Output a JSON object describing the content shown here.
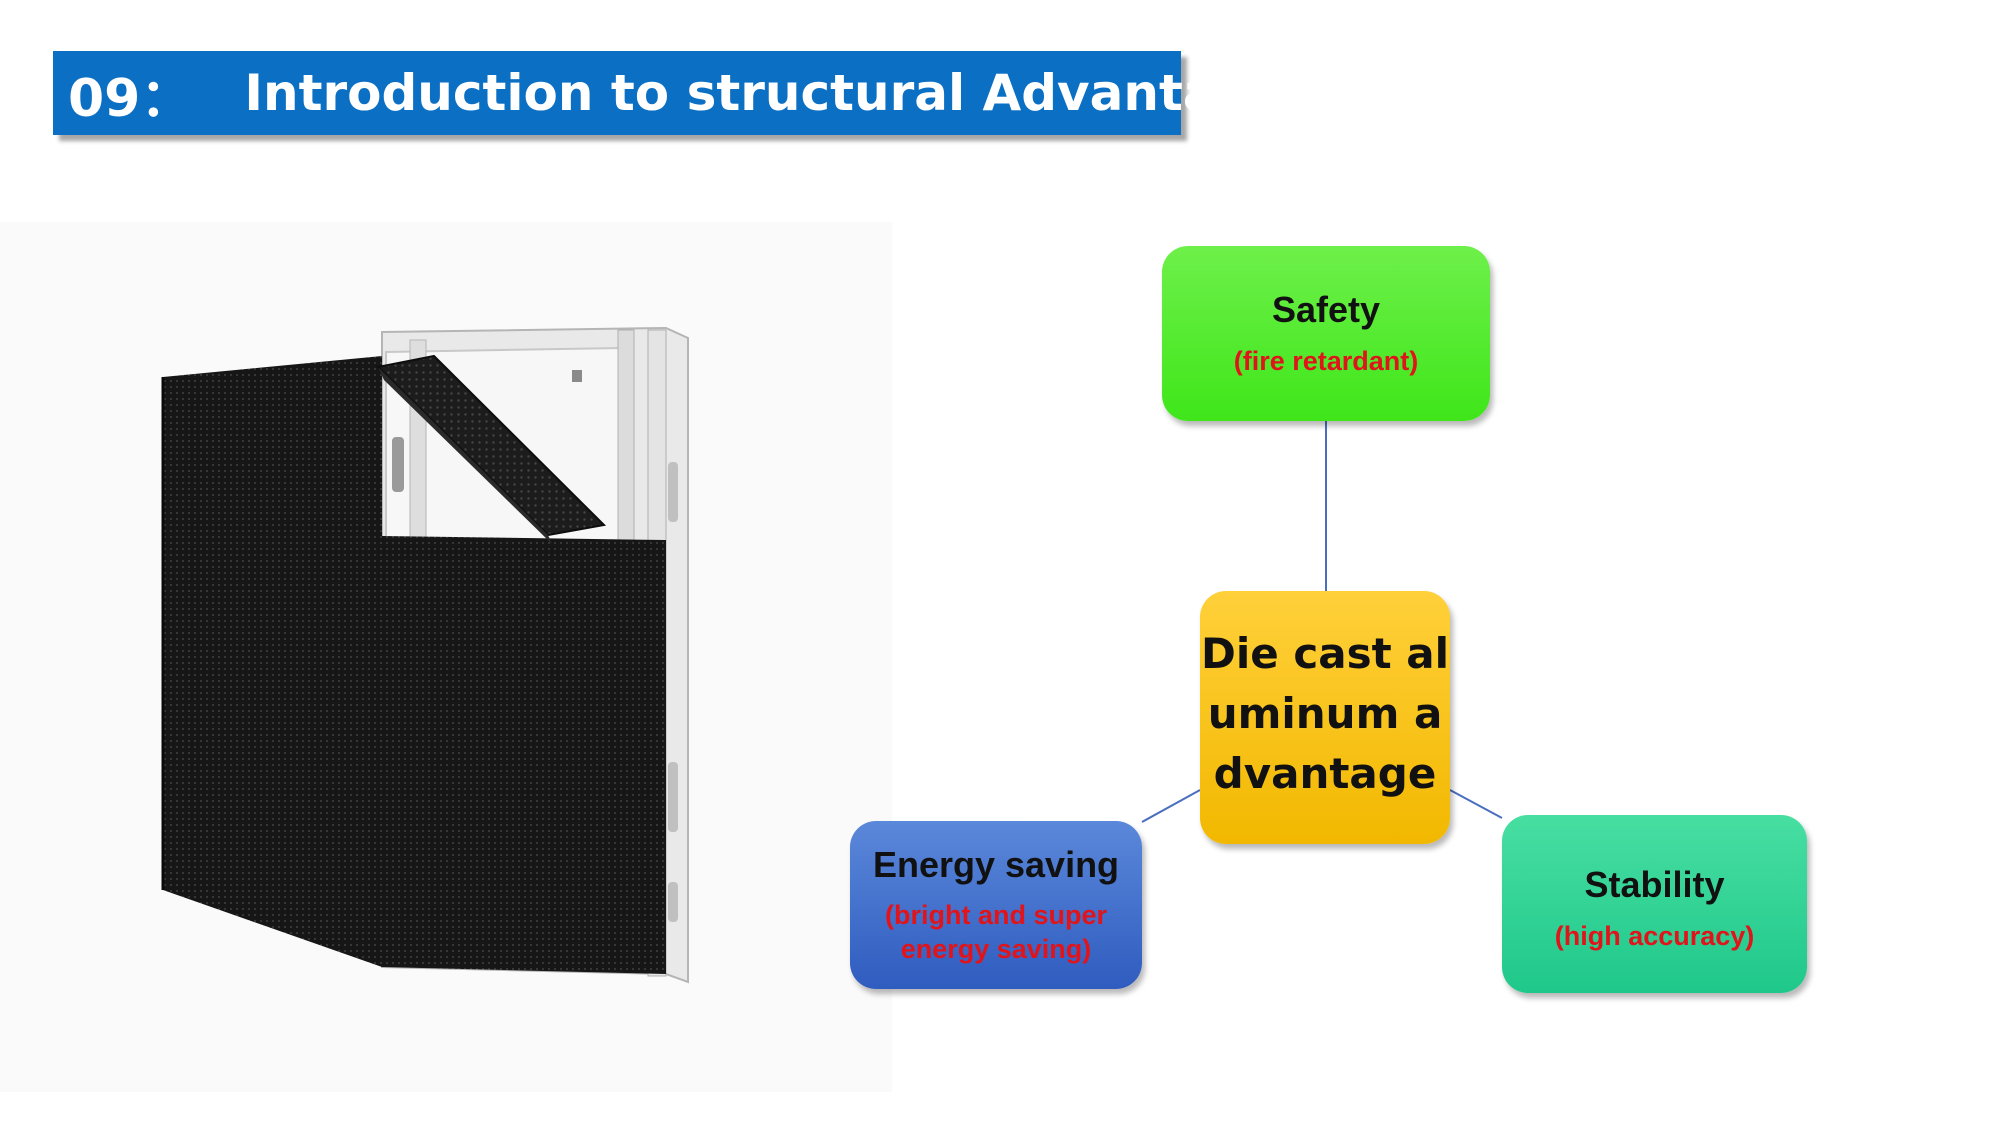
{
  "header": {
    "number": "09：",
    "title": "Introduction to structural Advantages"
  },
  "diagram": {
    "center": {
      "label": "Die cast aluminum advantage",
      "color": "#f5bd0c"
    },
    "nodes": [
      {
        "id": "safety",
        "title": "Safety",
        "subtitle": "(fire retardant)",
        "color": "#4ee92a"
      },
      {
        "id": "energy",
        "title": "Energy saving",
        "subtitle": "(bright and super energy saving)",
        "color": "#3d6ccb"
      },
      {
        "id": "stability",
        "title": "Stability",
        "subtitle": "(high accuracy)",
        "color": "#2ad293"
      }
    ],
    "subtitle_color": "#e0141a",
    "connector_color": "#4a6fc0"
  }
}
